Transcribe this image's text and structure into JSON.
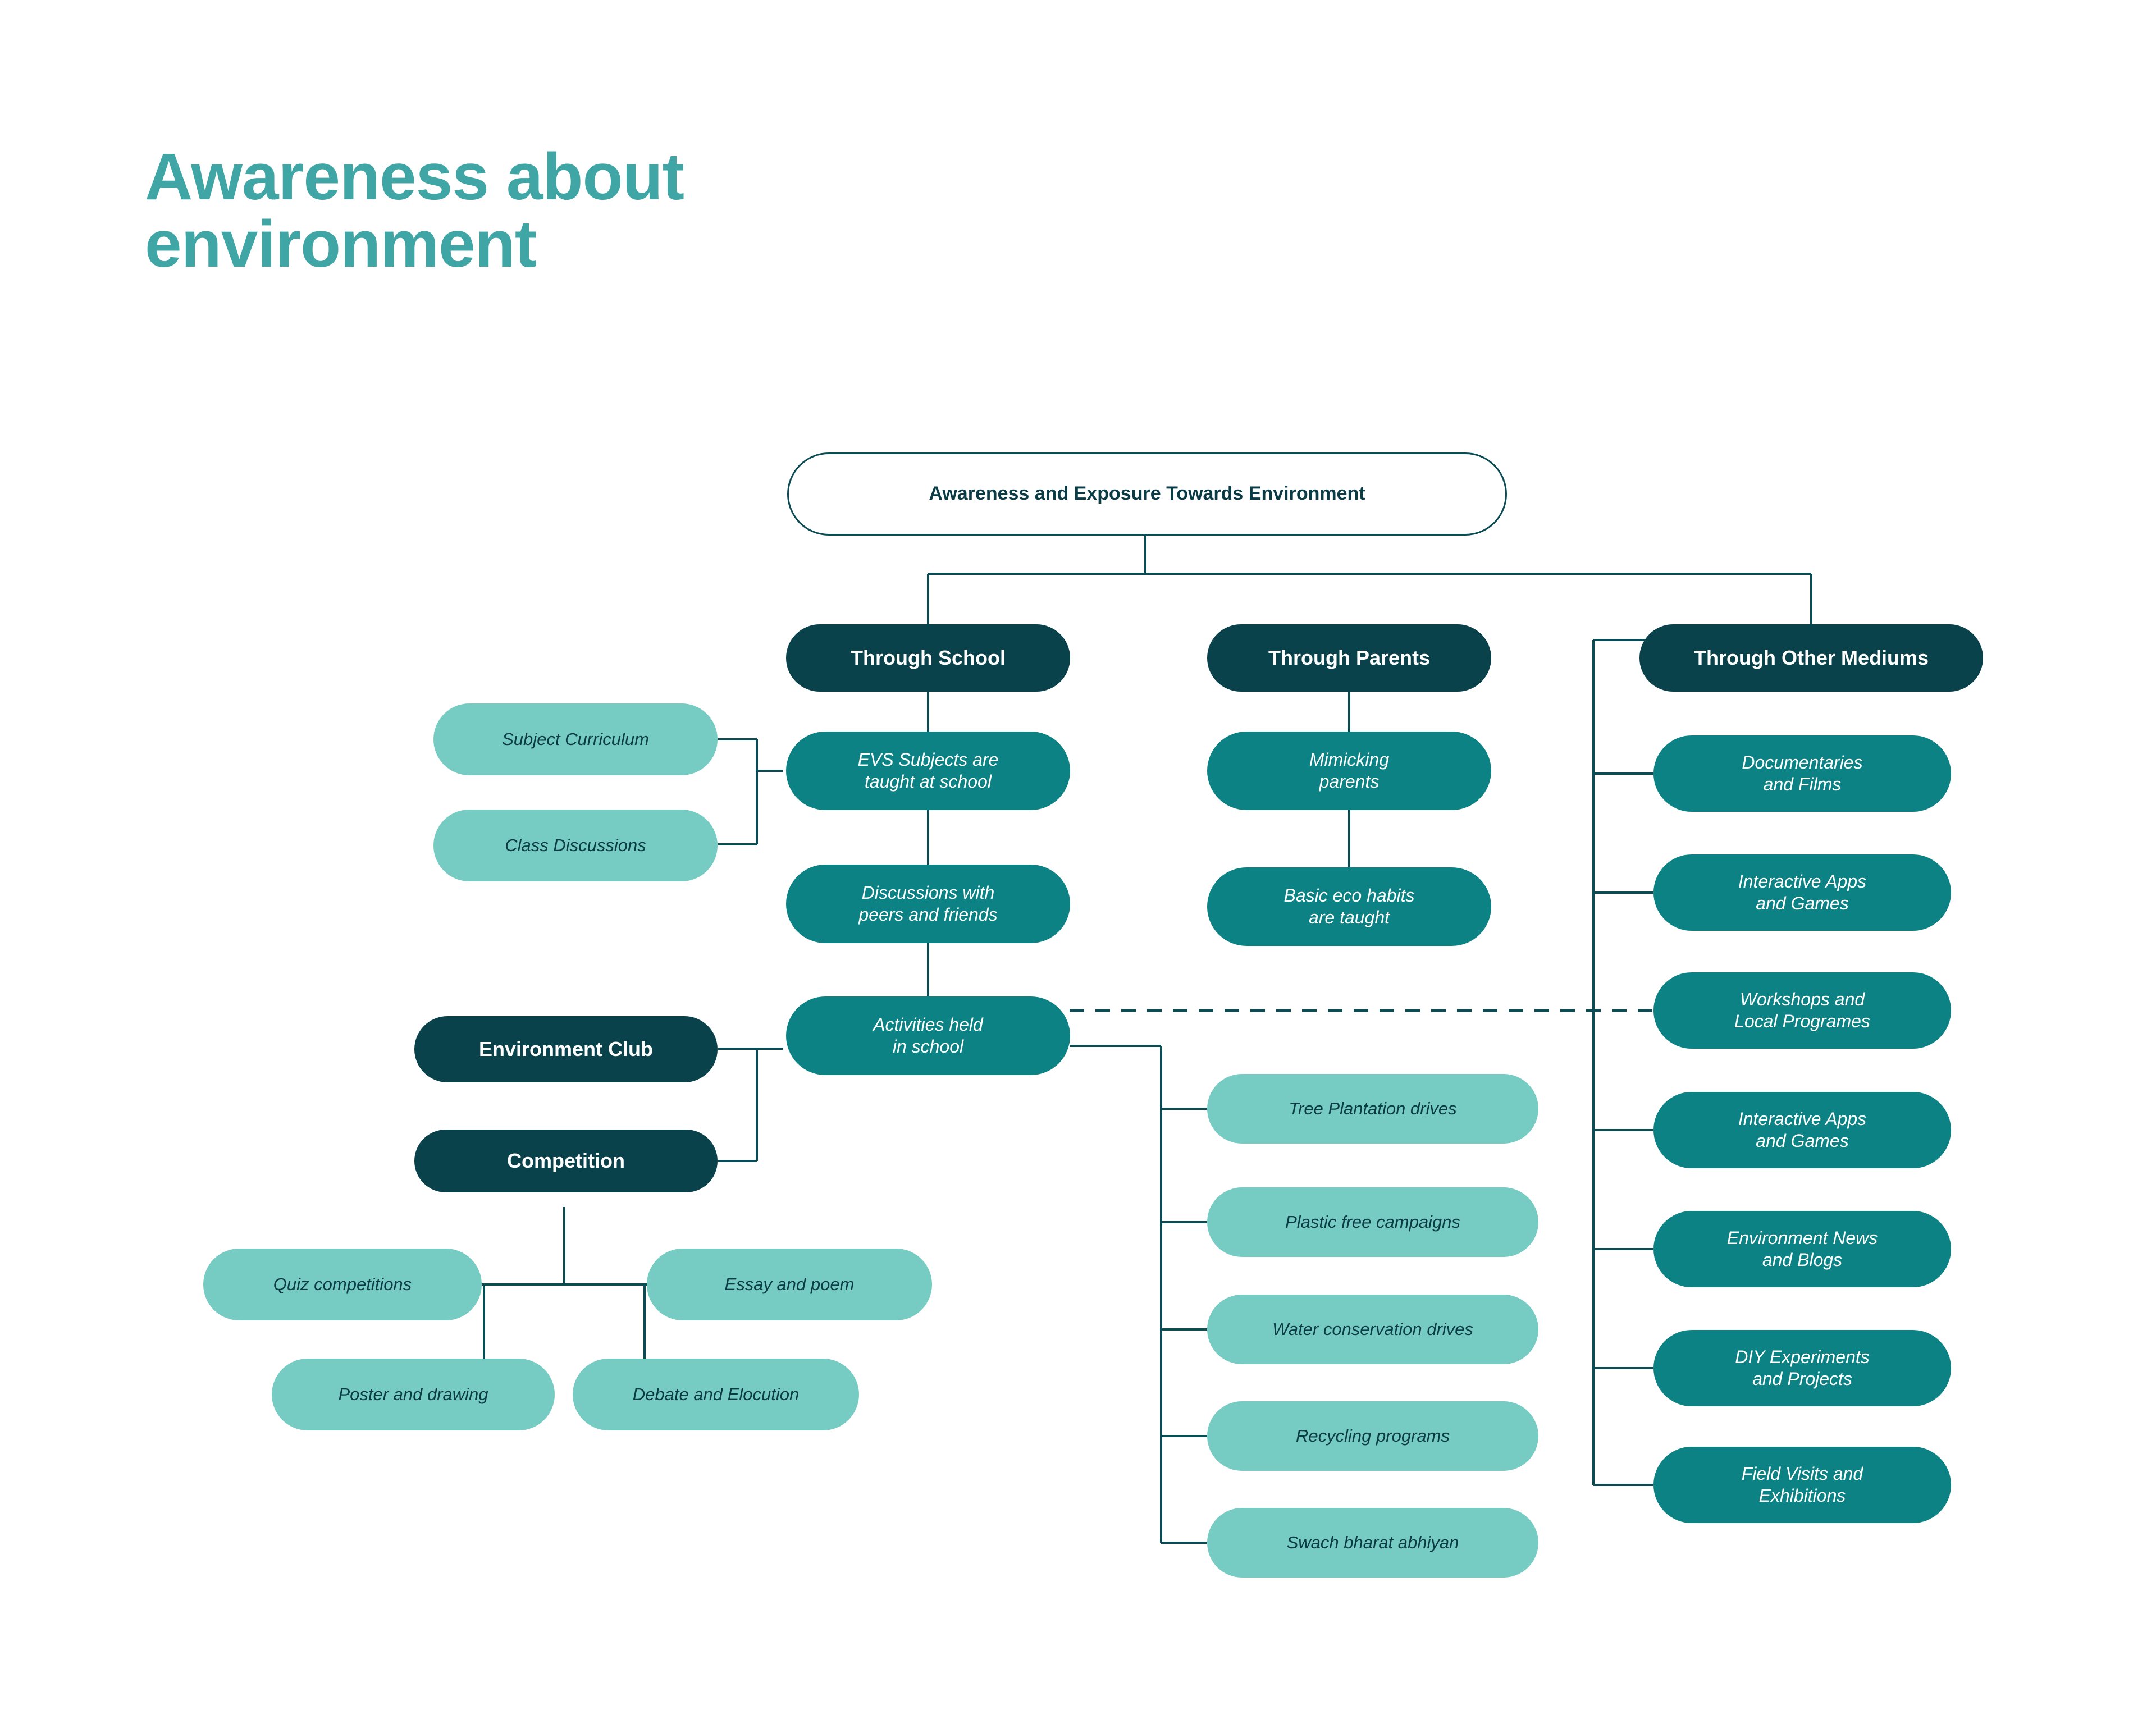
{
  "page": {
    "title_line1": "Awareness about",
    "title_line2": "environment",
    "title_color": "#3FA5A5",
    "background": "#ffffff"
  },
  "palette": {
    "root_fill": "#ffffff",
    "root_border": "#0B4B53",
    "branch_fill": "#0A424B",
    "mid_fill": "#0C8285",
    "leaf_fill": "#76CCC2",
    "text_light": "#ffffff",
    "text_dark": "#0B3B45",
    "connector": "#0B4B53"
  },
  "chart_data": {
    "type": "diagram",
    "title": "Awareness about environment",
    "root": "Awareness and Exposure Towards Environment",
    "branches": [
      {
        "name": "Through School",
        "children": [
          "EVS Subjects are taught at school",
          "Discussions with peers and friends",
          "Activities held in school"
        ]
      },
      {
        "name": "Through Parents",
        "children": [
          "Mimicking parents",
          "Basic eco habits are taught"
        ]
      },
      {
        "name": "Through Other Mediums",
        "children": [
          "Documentaries and Films",
          "Interactive Apps and Games",
          "Workshops and Local Programes",
          "Interactive Apps and Games",
          "Environment News and Blogs",
          "DIY Experiments and Projects",
          "Field Visits and Exhibitions"
        ]
      }
    ],
    "curriculum_inputs": [
      "Subject Curriculum",
      "Class Discussions"
    ],
    "activity_sources": [
      "Environment Club",
      "Competition"
    ],
    "competition_types": [
      "Quiz competitions",
      "Essay and poem",
      "Poster and drawing",
      "Debate and Elocution"
    ],
    "school_activities": [
      "Tree Plantation drives",
      "Plastic free campaigns",
      "Water conservation drives",
      "Recycling programs",
      "Swach bharat abhiyan"
    ]
  },
  "nodes": {
    "root": "Awareness and Exposure Towards Environment",
    "branch_school": "Through School",
    "branch_parents": "Through Parents",
    "branch_other": "Through Other Mediums",
    "subject_curriculum": "Subject Curriculum",
    "class_discussions": "Class Discussions",
    "evs_subjects": "EVS Subjects are\ntaught at school",
    "peer_discussions": "Discussions with\npeers and friends",
    "activities_school": "Activities held\nin school",
    "environment_club": "Environment Club",
    "competition": "Competition",
    "quiz_competitions": "Quiz competitions",
    "essay_poem": "Essay and poem",
    "poster_drawing": "Poster and drawing",
    "debate_elocution": "Debate and Elocution",
    "mimicking_parents": "Mimicking\nparents",
    "basic_eco_habits": "Basic eco habits\nare taught",
    "tree_plantation": "Tree Plantation drives",
    "plastic_free": "Plastic free campaigns",
    "water_conservation": "Water conservation drives",
    "recycling_programs": "Recycling programs",
    "swach_bharat": "Swach bharat abhiyan",
    "documentaries_films": "Documentaries\nand Films",
    "interactive_apps_1": "Interactive Apps\nand Games",
    "workshops_local": "Workshops and\nLocal Programes",
    "interactive_apps_2": "Interactive Apps\nand Games",
    "environment_news": "Environment News\nand Blogs",
    "diy_experiments": "DIY Experiments\nand Projects",
    "field_visits": "Field Visits and\nExhibitions"
  }
}
